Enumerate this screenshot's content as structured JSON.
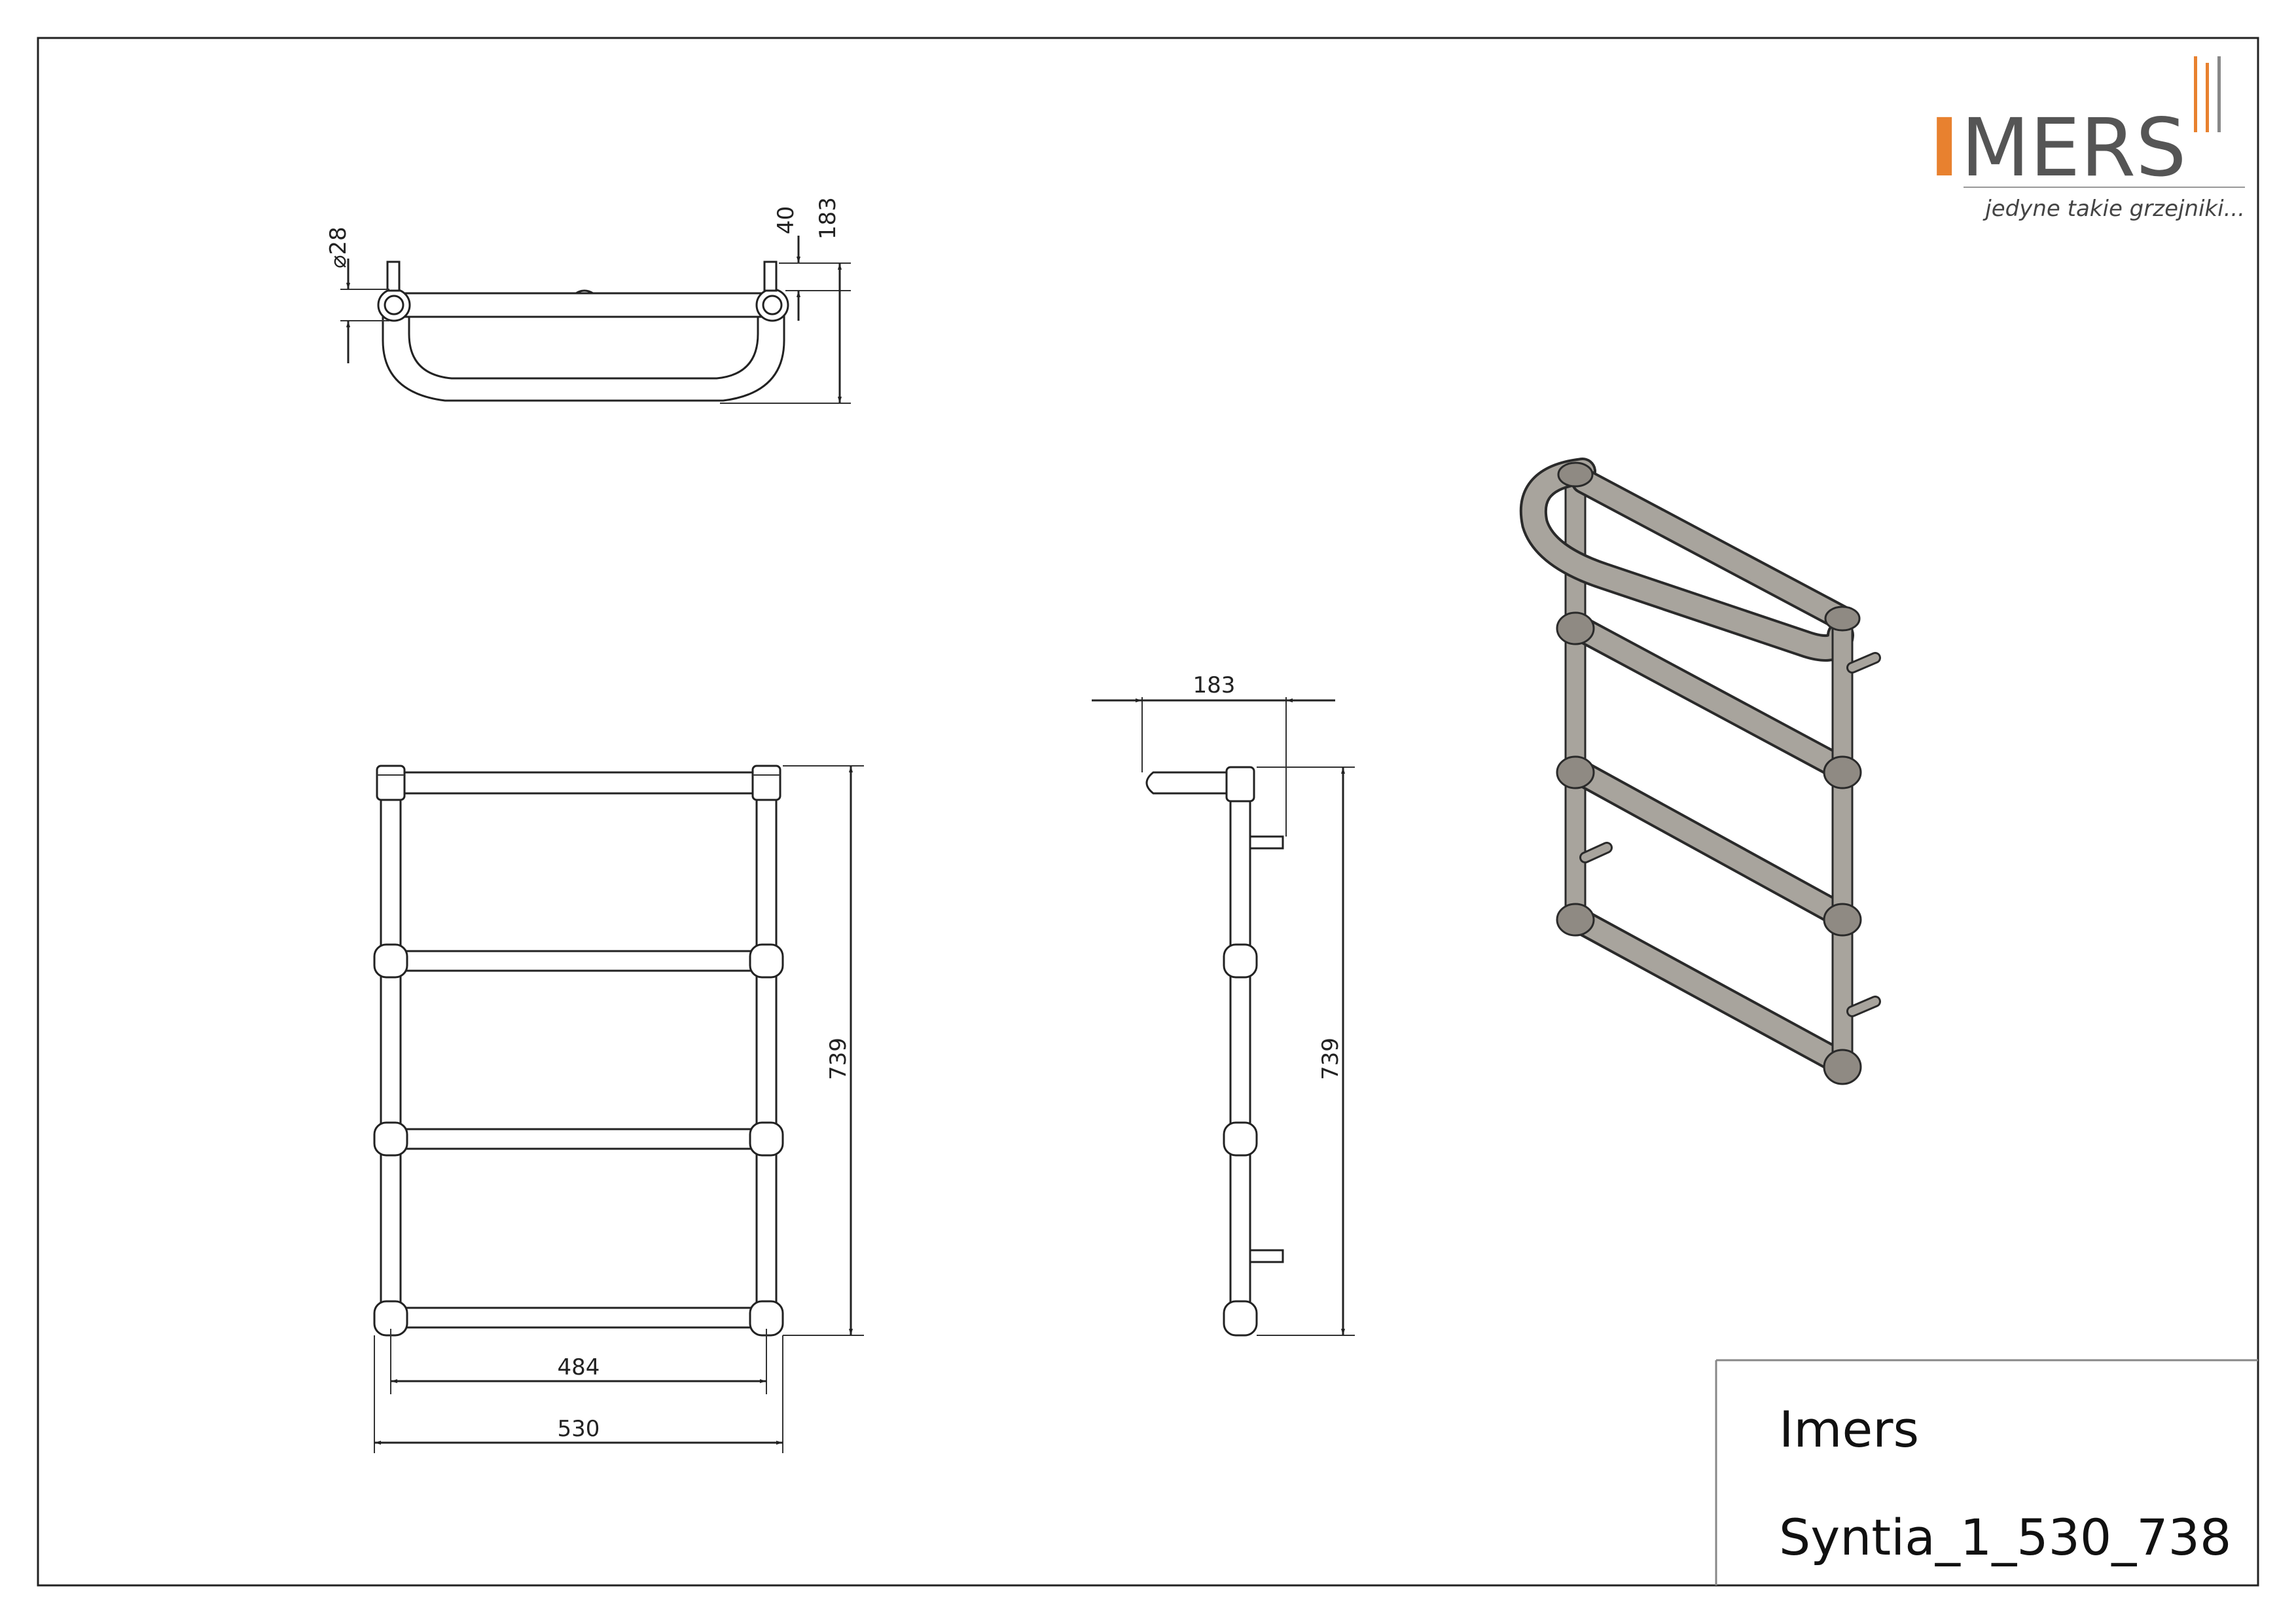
{
  "logo": {
    "initial": "I",
    "rest": "MERS",
    "tagline": "jedyne takie grzejniki...",
    "accent_color": "#e8812f"
  },
  "title_block": {
    "company": "Imers",
    "model": "Syntia_1_530_738"
  },
  "dimensions": {
    "pipe_diameter": "⌀28",
    "top_offset": "40",
    "depth_top": "183",
    "depth_side": "183",
    "height_front": "739",
    "height_side": "739",
    "inner_width": "484",
    "outer_width": "530"
  }
}
